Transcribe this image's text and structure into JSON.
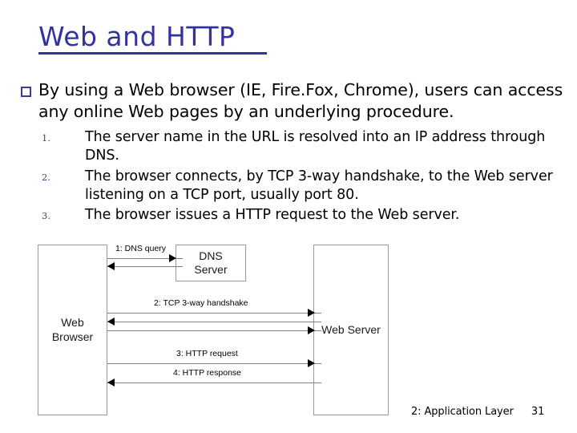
{
  "slide": {
    "title": "Web and HTTP",
    "accent_color": "#3333a0",
    "bullet_color": "#3b3b9e"
  },
  "bullets": [
    {
      "marker": "square-bullet",
      "text": "By using a Web browser (IE, Fire.Fox, Chrome), users can access any online Web pages by an underlying procedure."
    }
  ],
  "steps": [
    {
      "num": "1.",
      "text": "The server name in the URL is resolved into an IP address through DNS."
    },
    {
      "num": "2.",
      "text": "The browser connects, by TCP 3-way handshake, to the Web server listening on a TCP port, usually port 80."
    },
    {
      "num": "3.",
      "text": "The browser issues a HTTP request to the Web server."
    }
  ],
  "diagram": {
    "type": "sequence-diagram",
    "nodes": [
      {
        "id": "web-browser",
        "label_line1": "Web",
        "label_line2": "Browser"
      },
      {
        "id": "dns-server",
        "label_line1": "DNS",
        "label_line2": "Server"
      },
      {
        "id": "web-server",
        "label_line1": "Web Server",
        "label_line2": ""
      }
    ],
    "messages": [
      {
        "label": "1: DNS query",
        "from": "web-browser",
        "to": "dns-server",
        "direction": "right"
      },
      {
        "label": "",
        "from": "dns-server",
        "to": "web-browser",
        "direction": "left"
      },
      {
        "label": "2: TCP 3-way handshake",
        "from": "web-browser",
        "to": "web-server",
        "direction": "right"
      },
      {
        "label": "",
        "from": "web-server",
        "to": "web-browser",
        "direction": "left"
      },
      {
        "label": "",
        "from": "web-browser",
        "to": "web-server",
        "direction": "right"
      },
      {
        "label": "3: HTTP request",
        "from": "web-browser",
        "to": "web-server",
        "direction": "right"
      },
      {
        "label": "4: HTTP response",
        "from": "web-server",
        "to": "web-browser",
        "direction": "left"
      }
    ]
  },
  "footer": {
    "section": "2: Application Layer",
    "page": "31"
  }
}
